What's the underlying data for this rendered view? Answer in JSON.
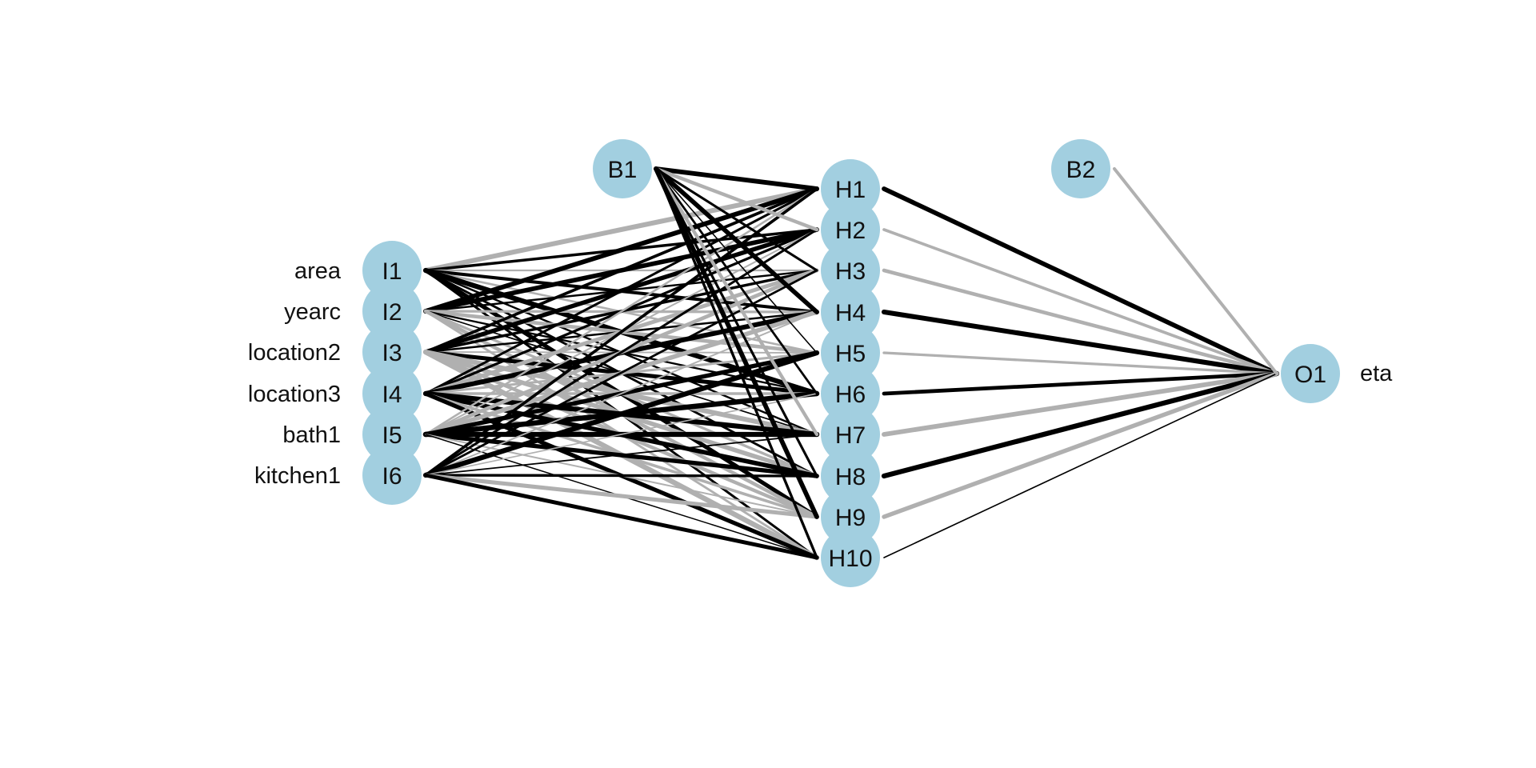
{
  "network": {
    "inputs": [
      {
        "id": "I1",
        "variable": "area"
      },
      {
        "id": "I2",
        "variable": "yearc"
      },
      {
        "id": "I3",
        "variable": "location2"
      },
      {
        "id": "I4",
        "variable": "location3"
      },
      {
        "id": "I5",
        "variable": "bath1"
      },
      {
        "id": "I6",
        "variable": "kitchen1"
      }
    ],
    "hidden": [
      "H1",
      "H2",
      "H3",
      "H4",
      "H5",
      "H6",
      "H7",
      "H8",
      "H9",
      "H10"
    ],
    "bias": [
      "B1",
      "B2"
    ],
    "output": {
      "id": "O1",
      "variable": "eta"
    },
    "colors": {
      "node": "#a2cfe0",
      "positive_weight": "#000000",
      "negative_weight": "#b0b0b0"
    }
  }
}
